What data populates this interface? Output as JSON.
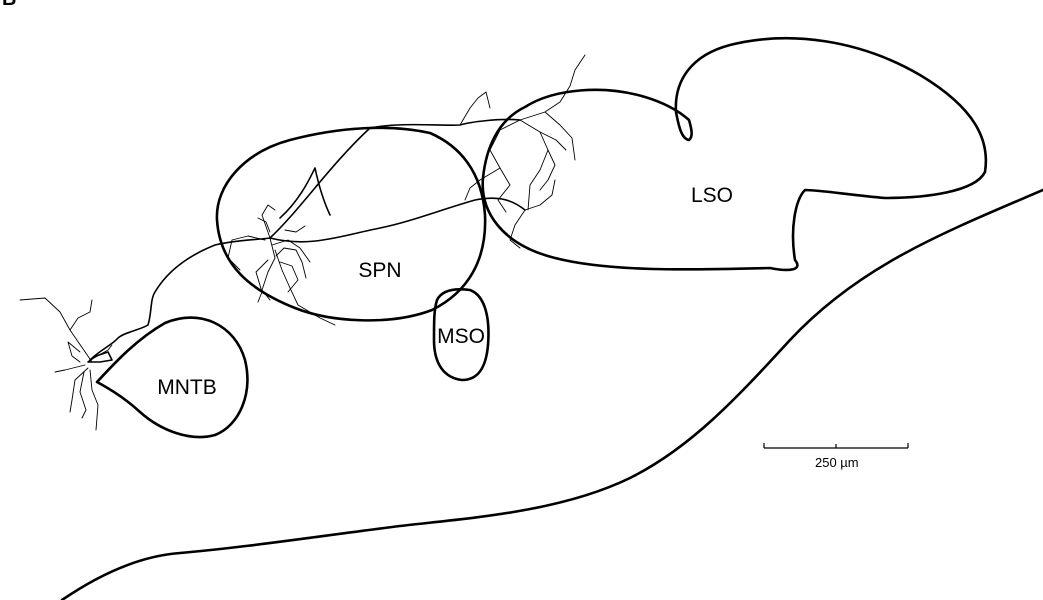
{
  "panel_letter": "B",
  "regions": {
    "lso": "LSO",
    "spn": "SPN",
    "mso": "MSO",
    "mntb": "MNTB"
  },
  "scale_bar": {
    "label": "250 µm",
    "length_um": 250
  },
  "colors": {
    "ink": "#000000",
    "background": "#ffffff"
  }
}
